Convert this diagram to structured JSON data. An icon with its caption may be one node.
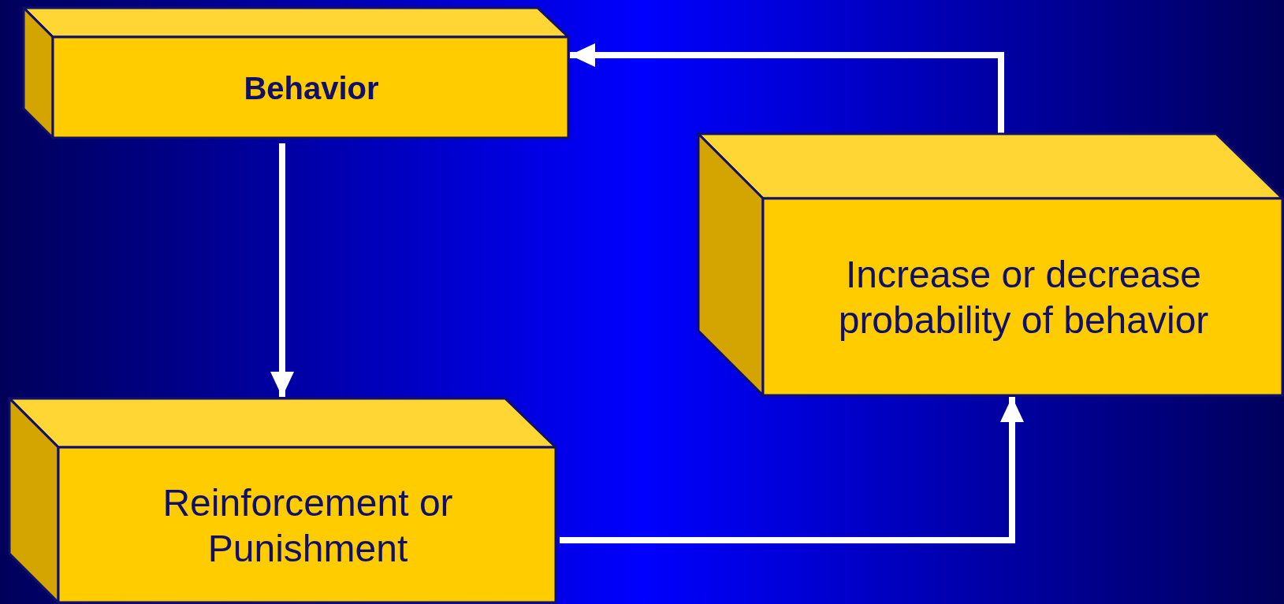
{
  "diagram": {
    "nodes": [
      {
        "text": [
          "Behavior"
        ]
      },
      {
        "text": [
          "Reinforcement or Punishment"
        ]
      },
      {
        "text": [
          "Increase or decrease probability of behavior"
        ]
      }
    ],
    "edges": [
      {
        "from": 0,
        "to": 1,
        "arrow": "to"
      },
      {
        "from": 1,
        "to": 2,
        "arrow": "to"
      },
      {
        "from": 2,
        "to": 0,
        "arrow": "to"
      }
    ]
  }
}
